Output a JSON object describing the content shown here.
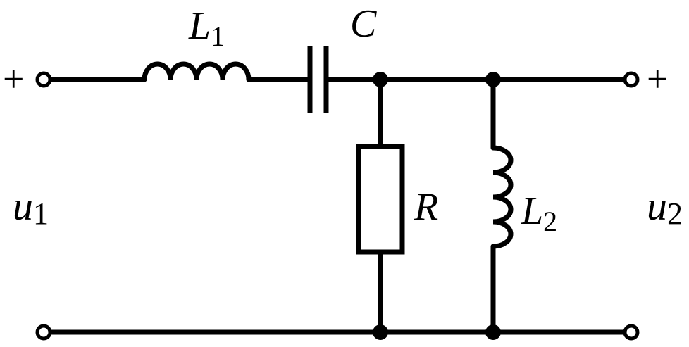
{
  "components": {
    "inductor1": {
      "symbol": "L",
      "subscript": "1"
    },
    "capacitor": {
      "symbol": "C"
    },
    "resistor": {
      "symbol": "R"
    },
    "inductor2": {
      "symbol": "L",
      "subscript": "2"
    }
  },
  "ports": {
    "input": {
      "symbol": "u",
      "subscript": "1",
      "polarity": "+"
    },
    "output": {
      "symbol": "u",
      "subscript": "2",
      "polarity": "+"
    }
  }
}
